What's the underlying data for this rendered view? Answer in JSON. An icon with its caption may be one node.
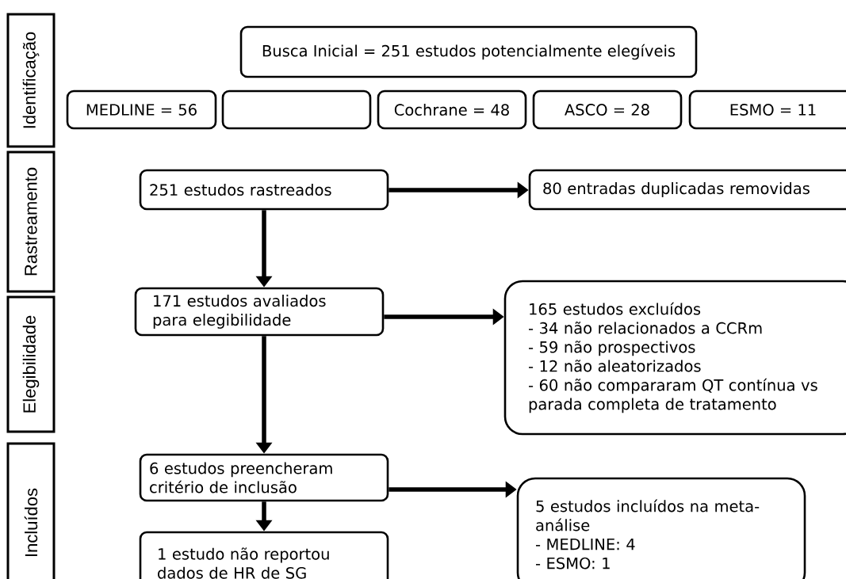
{
  "diagram": {
    "nodes": [
      {
        "text": [
          "Identificação"
        ]
      },
      {
        "text": [
          "Busca Inicial = 251 estudos potencialmente elegíveis"
        ]
      },
      {
        "text": [
          "MEDLINE = 56"
        ]
      },
      {
        "text": [],
        "shape": "box"
      },
      {
        "text": [
          "Cochrane = 48"
        ]
      },
      {
        "text": [
          "ASCO = 28"
        ]
      },
      {
        "text": [
          "ESMO = 11"
        ]
      },
      {
        "text": [
          "Rastreamento"
        ]
      },
      {
        "text": [
          "251 estudos rastreados"
        ]
      },
      {
        "text": [
          "80 entradas duplicadas removidas"
        ]
      },
      {
        "text": [
          "Elegibilidade"
        ]
      },
      {
        "text": [
          "171 estudos avaliados para elegibilidade"
        ]
      },
      {
        "text": [
          "165 estudos excluídos",
          "- 34 não relacionados a CCRm",
          "- 59 não prospectivos",
          "- 12 não aleatorizados",
          "- 60 não compararam QT contínua vs parada completa de tratamento"
        ]
      },
      {
        "text": [
          "Incluídos"
        ]
      },
      {
        "text": [
          "6 estudos preencheram critério de inclusão"
        ]
      },
      {
        "text": [
          "1 estudo não reportou dados de HR de SG"
        ]
      },
      {
        "text": [
          "5 estudos incluídos na meta-análise",
          "- MEDLINE: 4",
          "- ESMO: 1"
        ]
      }
    ],
    "edges": [
      {
        "from": 8,
        "to": 9,
        "arrow": "to"
      },
      {
        "from": 8,
        "to": 11,
        "arrow": "to"
      },
      {
        "from": 11,
        "to": 12,
        "arrow": "to"
      },
      {
        "from": 11,
        "to": 14,
        "arrow": "to"
      },
      {
        "from": 14,
        "to": 15,
        "arrow": "to"
      },
      {
        "from": 14,
        "to": 16,
        "arrow": "to"
      }
    ]
  }
}
